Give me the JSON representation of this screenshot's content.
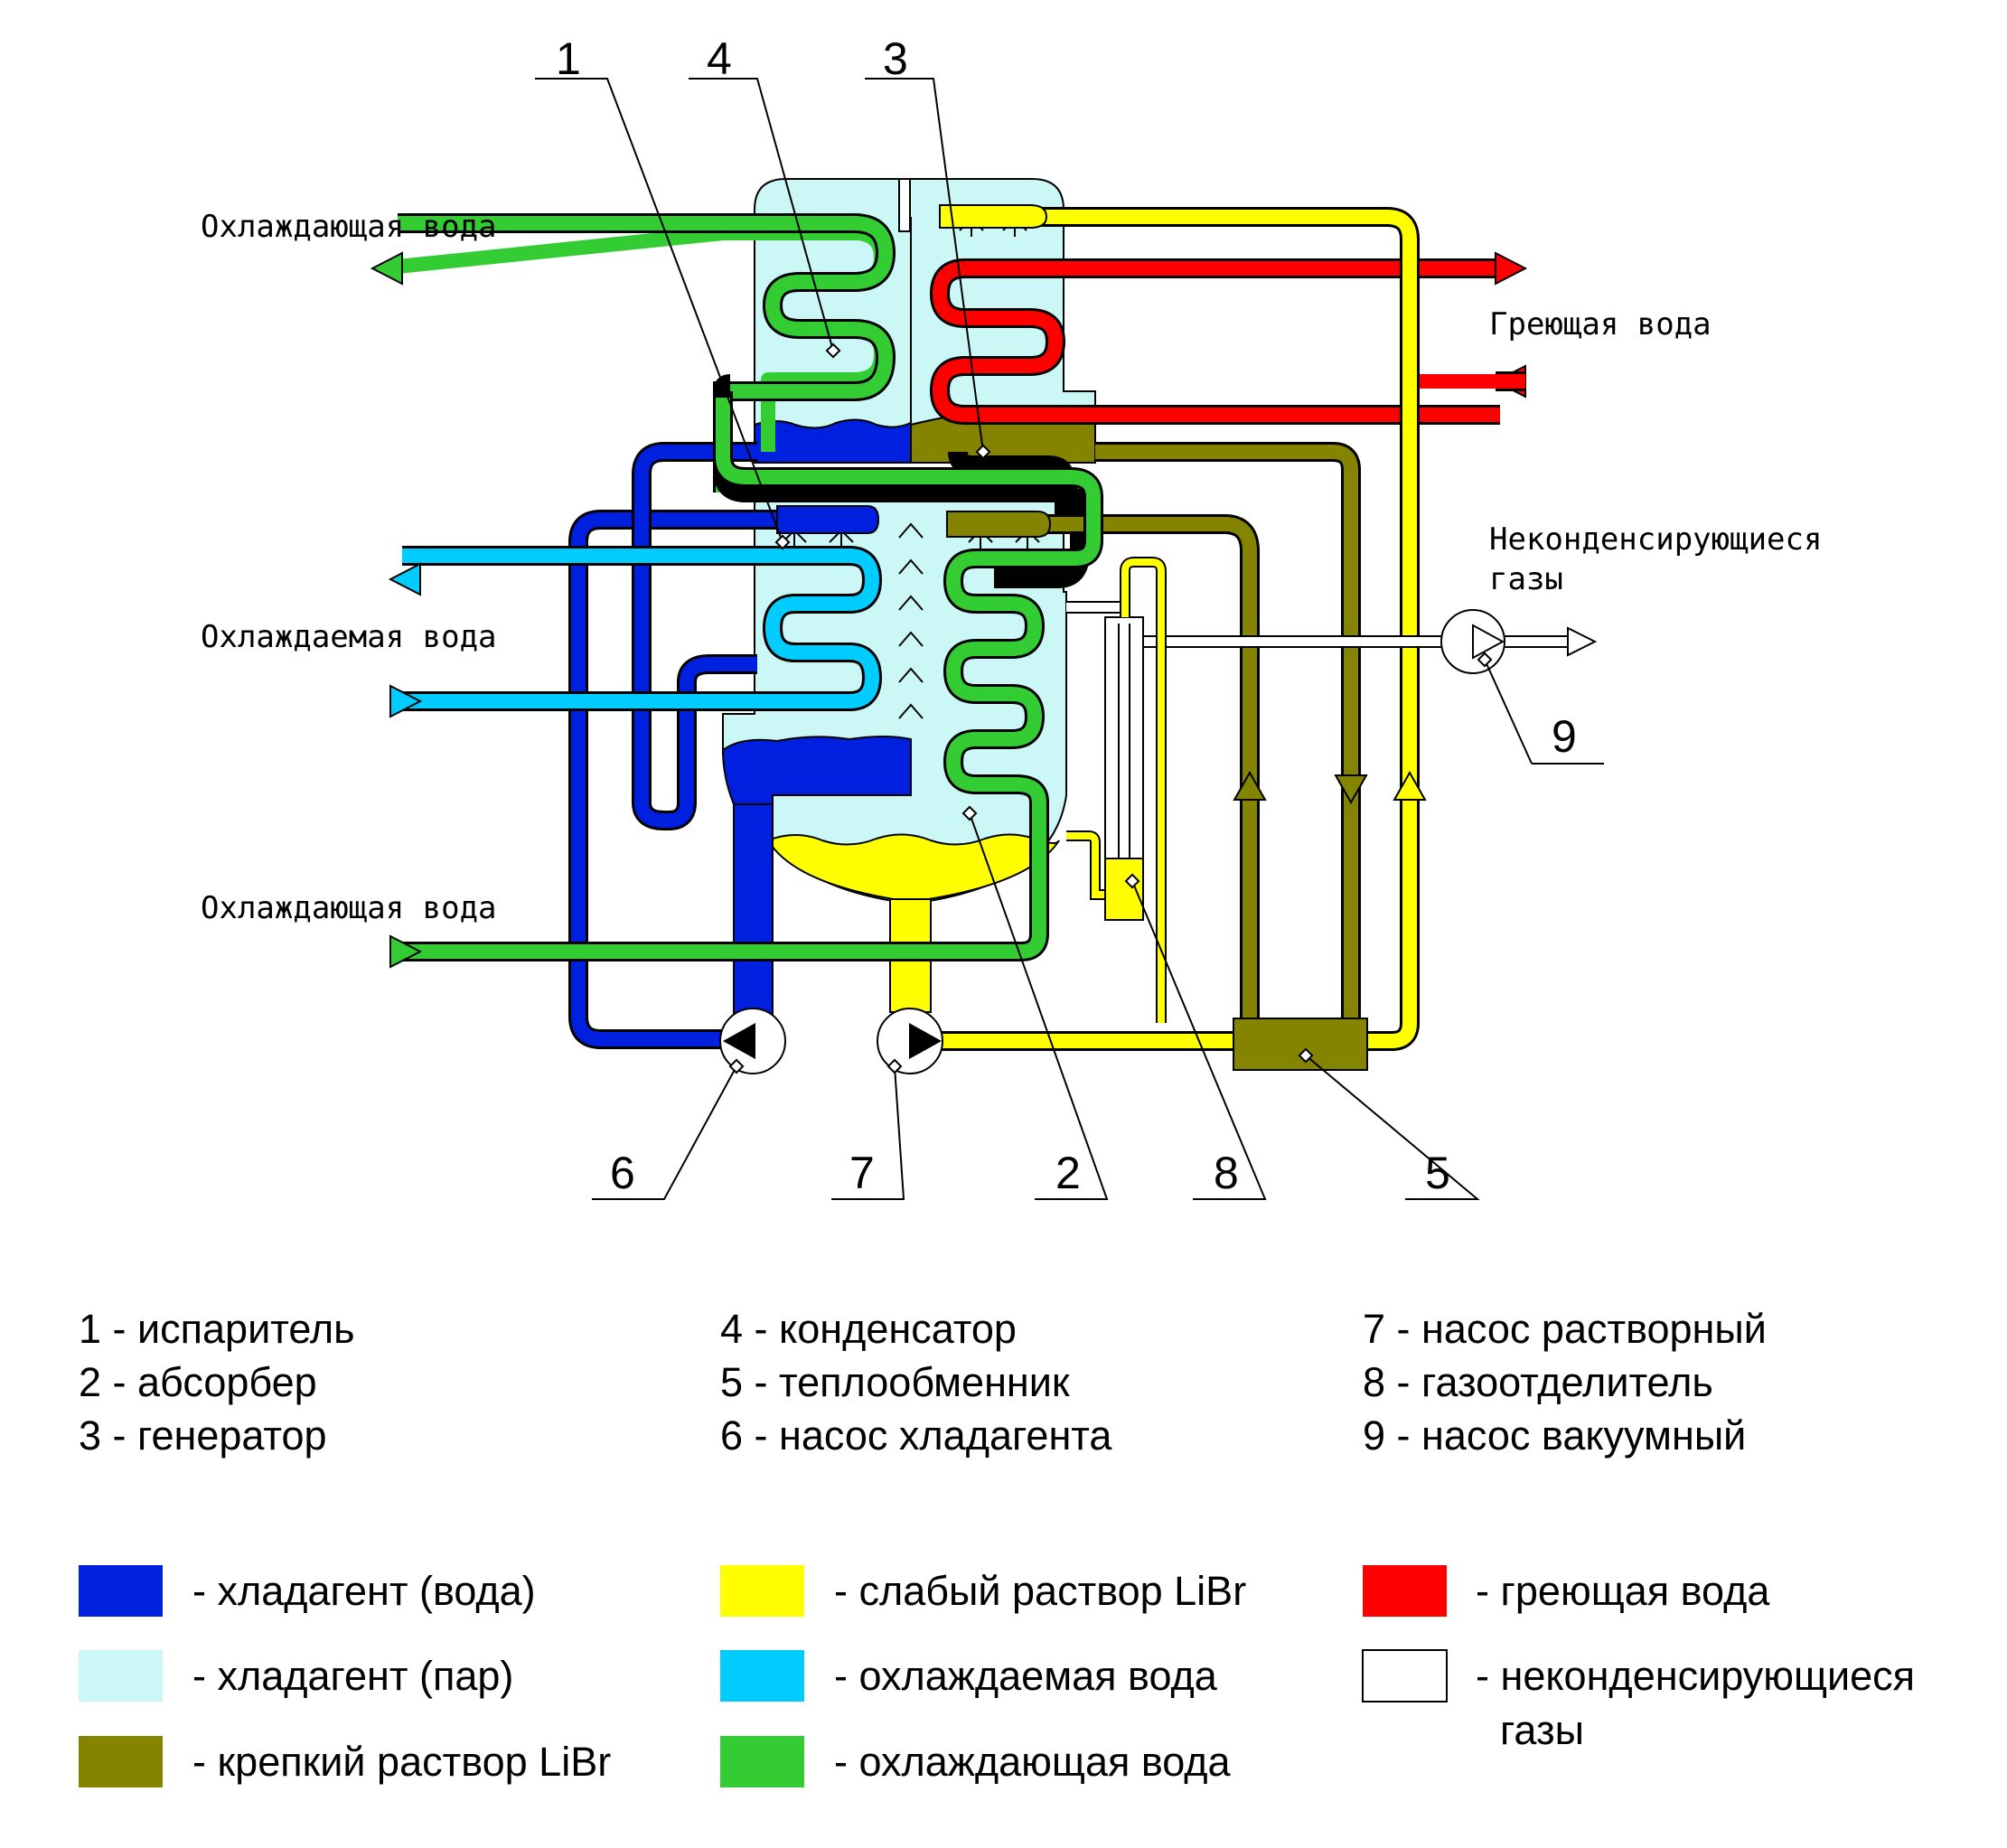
{
  "labels": {
    "cooling_water_top": "Охлаждающая вода",
    "heating_water": "Греющая вода",
    "noncondensable_gases_line1": "Неконденсирующиеся",
    "noncondensable_gases_line2": "газы",
    "chilled_water": "Охлаждаемая вода",
    "cooling_water_bottom": "Охлаждающая вода"
  },
  "numbers": {
    "n1": "1",
    "n2": "2",
    "n3": "3",
    "n4": "4",
    "n5": "5",
    "n6": "6",
    "n7": "7",
    "n8": "8",
    "n9": "9"
  },
  "components": [
    "1 - испаритель",
    "2 - абсорбер",
    "3 - генератор",
    "4 - конденсатор",
    "5 - теплообменник",
    "6 - насос хладагента",
    "7 - насос растворный",
    "8 - газоотделитель",
    "9 - насос вакуумный"
  ],
  "legend": [
    {
      "color": "#0020e0",
      "text": "- хладагент (вода)"
    },
    {
      "color": "#ccf7f7",
      "text": "- хладагент (пар)"
    },
    {
      "color": "#848400",
      "text": "- крепкий раствор LiBr"
    },
    {
      "color": "#ffff00",
      "text": "- слабый раствор LiBr"
    },
    {
      "color": "#00ccff",
      "text": "- охлаждаемая вода"
    },
    {
      "color": "#33cc33",
      "text": "- охлаждающая вода"
    },
    {
      "color": "#ff0000",
      "text": "- греющая вода"
    },
    {
      "color": "#ffffff",
      "text": "- неконденсирующиеся",
      "text2": "газы"
    }
  ],
  "colors": {
    "refrigerant_water": "#0020e0",
    "refrigerant_vapor": "#ccf7f7",
    "strong_solution": "#848400",
    "weak_solution": "#ffff00",
    "chilled_water": "#00ccff",
    "cooling_water": "#33cc33",
    "heating_water": "#ff0000"
  }
}
